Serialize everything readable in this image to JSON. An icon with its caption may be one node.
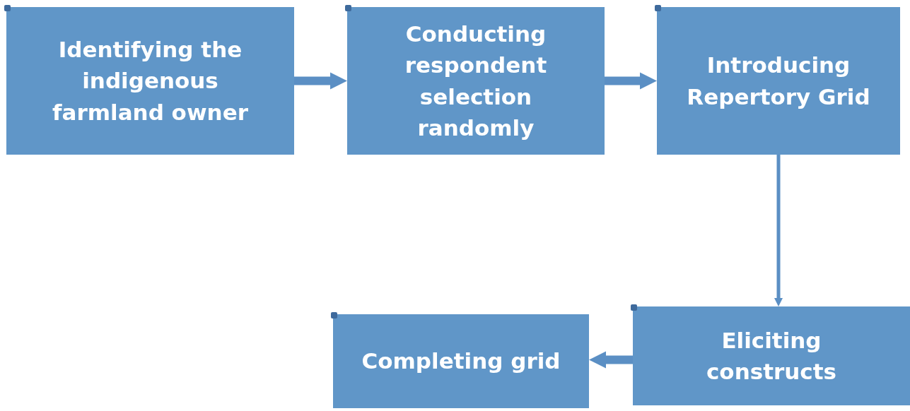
{
  "diagram": {
    "nodes": [
      {
        "text": [
          "Identifying the indigenous farmland owner"
        ]
      },
      {
        "text": [
          "Conducting respondent selection randomly"
        ]
      },
      {
        "text": [
          "Introducing Repertory Grid"
        ]
      },
      {
        "text": [
          "Eliciting constructs"
        ]
      },
      {
        "text": [
          "Completing grid"
        ]
      }
    ],
    "edges": [
      {
        "from": 0,
        "to": 1,
        "arrow": "to"
      },
      {
        "from": 1,
        "to": 2,
        "arrow": "to"
      },
      {
        "from": 2,
        "to": 3,
        "arrow": "to"
      },
      {
        "from": 3,
        "to": 4,
        "arrow": "to"
      }
    ]
  }
}
